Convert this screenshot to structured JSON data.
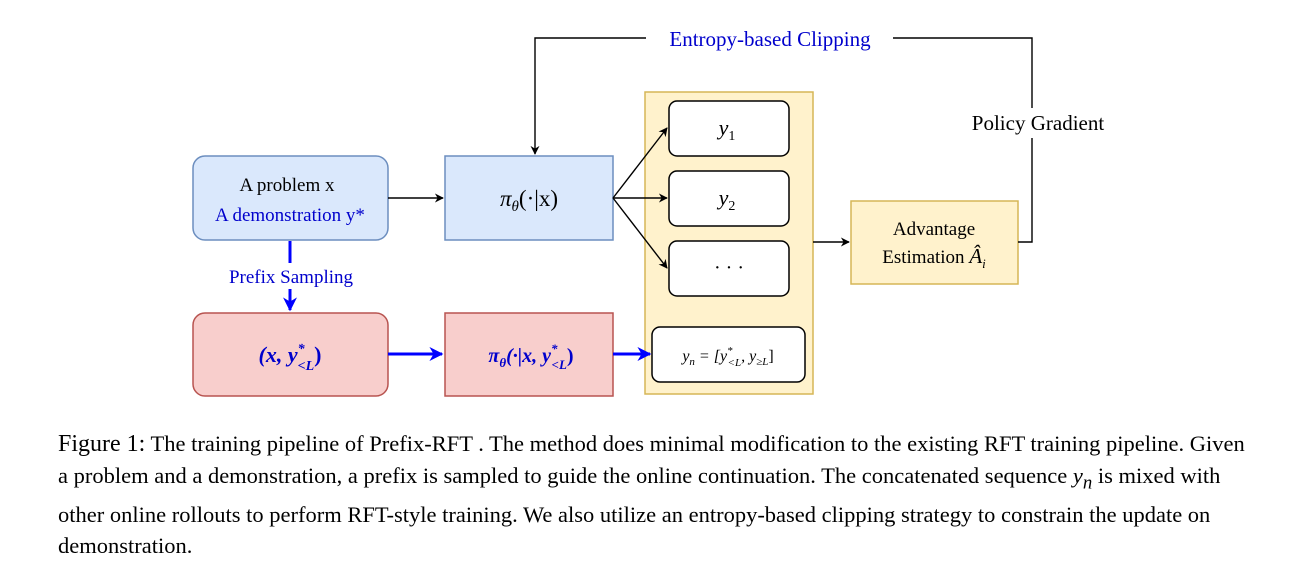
{
  "colors": {
    "blue_fill": "#dae8fc",
    "blue_stroke": "#6c8ebf",
    "red_fill": "#f8cecc",
    "red_stroke": "#b85450",
    "yellow_fill": "#fff2cc",
    "yellow_stroke": "#d6b656",
    "accent_blue": "#0000cc",
    "arrow_blue": "#0000ff"
  },
  "nodes": {
    "problem": {
      "line1": "A problem x",
      "line2": "A demonstration y*"
    },
    "policy": {
      "pi": "π",
      "theta": "θ",
      "args": "(·|x)"
    },
    "prefix": {
      "open": "(x, y",
      "star": "*",
      "sub": "<L",
      "close": ")"
    },
    "prefix_policy": {
      "pi": "π",
      "theta": "θ",
      "args": "(·|x, y",
      "star": "*",
      "sub": "<L",
      "close": ")"
    },
    "outputs": [
      {
        "base": "y",
        "sub": "1"
      },
      {
        "base": "y",
        "sub": "2"
      },
      {
        "text": "· · ·"
      }
    ],
    "yn": {
      "lhs": "y",
      "lhs_sub": "n",
      "eq": " = [y",
      "star": "*",
      "sub1": "<L",
      "mid": ", y",
      "sub2": "≥L",
      "close": "]"
    },
    "advantage": {
      "line1": "Advantage",
      "line2": "Estimation ",
      "a_hat": "Â",
      "a_sub": "i"
    }
  },
  "edges": {
    "entropy_label": "Entropy-based Clipping",
    "policy_gradient_label": "Policy Gradient",
    "prefix_sampling_label": "Prefix Sampling"
  },
  "caption": {
    "lead": "Figure 1:",
    "text_a": " The training pipeline of Prefix-RFT . The method does minimal modification to the existing RFT training pipeline. Given a problem and a demonstration, a prefix is sampled to guide the online continuation. The concatenated sequence ",
    "yn_base": "y",
    "yn_sub": "n",
    "text_b": " is mixed with other online rollouts to perform RFT-style training. We also utilize an entropy-based clipping strategy to constrain the update on demonstration."
  }
}
